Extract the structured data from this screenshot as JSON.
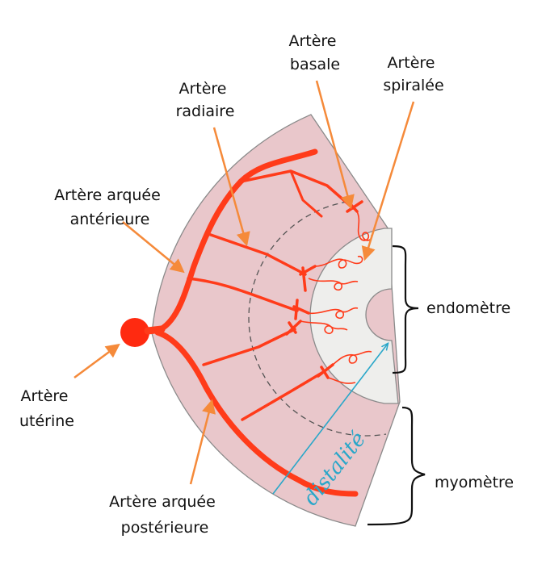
{
  "labels": {
    "arteria_basalis": [
      "Artère",
      "basale"
    ],
    "arteria_spiralis": [
      "Artère",
      "spiralée"
    ],
    "arteria_radialis": [
      "Artère",
      "radiaire"
    ],
    "arteria_arcuata_anterior": [
      "Artère arquée",
      "antérieure"
    ],
    "arteria_uterina": [
      "Artère",
      "utérine"
    ],
    "arteria_arcuata_posterior": [
      "Artère arquée",
      "postérieure"
    ],
    "endometrium": "endomètre",
    "myometrium": "myomètre"
  },
  "annotation": {
    "handwritten_note": "distalité"
  },
  "colors": {
    "myometrium_fill": "#e9c7cb",
    "endometrium_fill": "#eeeeec",
    "artery": "#ff3b1a",
    "pointer_arrow": "#f58a3a",
    "handwriting": "#2aa7c9",
    "outline": "#8a8a8a"
  }
}
